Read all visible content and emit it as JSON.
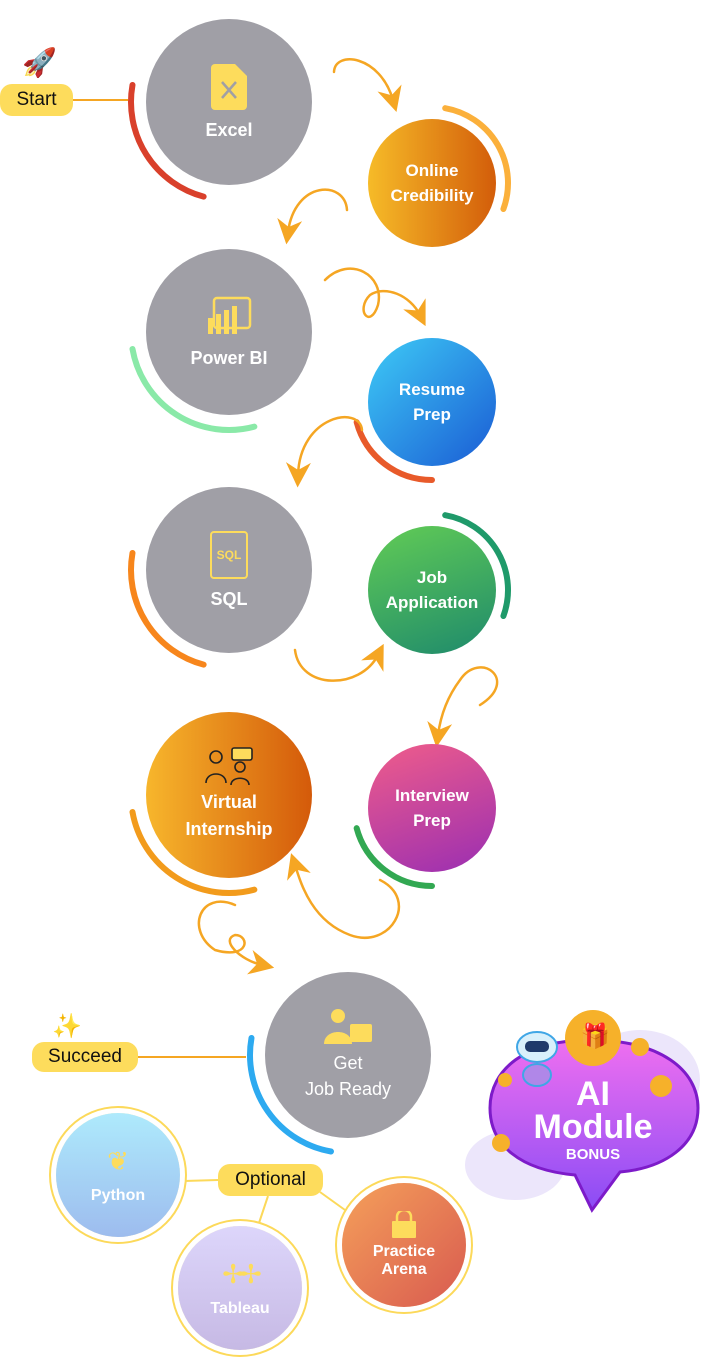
{
  "start_label": "Start",
  "succeed_label": "Succeed",
  "optional_label": "Optional",
  "steps": [
    {
      "label": "Excel",
      "icon": "excel-file-icon"
    },
    {
      "label_line1": "Online",
      "label_line2": "Credibility"
    },
    {
      "label": "Power BI",
      "icon": "power-bi-icon"
    },
    {
      "label_line1": "Resume",
      "label_line2": "Prep"
    },
    {
      "label": "SQL",
      "icon": "sql-file-icon",
      "icon_text": "SQL"
    },
    {
      "label_line1": "Job",
      "label_line2": "Application"
    },
    {
      "label_line1": "Virtual",
      "label_line2": "Internship",
      "icon": "mentor-icon"
    },
    {
      "label_line1": "Interview",
      "label_line2": "Prep"
    },
    {
      "label_line1": "Get",
      "label_line2": "Job Ready",
      "icon": "job-briefcase-icon"
    }
  ],
  "optional": [
    {
      "label": "Python",
      "icon": "python-icon"
    },
    {
      "label": "Tableau",
      "icon": "tableau-icon"
    },
    {
      "label_line1": "Practice",
      "label_line2": "Arena",
      "icon": "practice-lock-icon"
    }
  ],
  "ai_module": {
    "line1": "AI",
    "line2": "Module",
    "line3": "BONUS"
  },
  "colors": {
    "grey": "#a09fa6",
    "yellow": "#fddc5c",
    "arrow": "#f5a623"
  }
}
